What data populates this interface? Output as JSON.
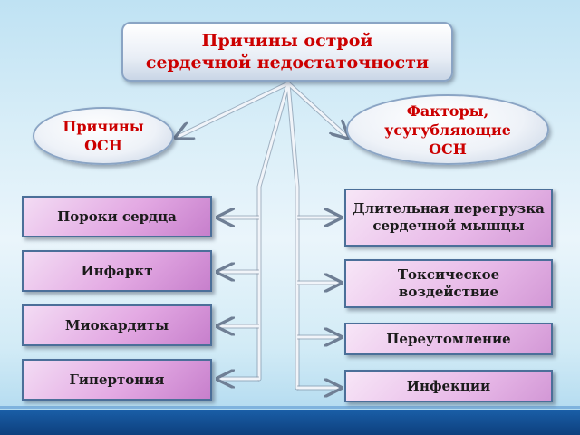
{
  "title": {
    "line1": "Причины острой",
    "line2": "сердечной недостаточности"
  },
  "left_group": {
    "line1": "Причины",
    "line2": "ОСН"
  },
  "right_group": {
    "line1": "Факторы,",
    "line2": "усугубляющие",
    "line3": "ОСН"
  },
  "causes": [
    "Пороки сердца",
    "Инфаркт",
    "Миокардиты",
    "Гипертония"
  ],
  "factors": [
    {
      "line1": "Длительная перегрузка",
      "line2": "сердечной мышцы"
    },
    {
      "line1": "Токсическое",
      "line2": "воздействие"
    },
    {
      "line1": "Переутомление",
      "line2": ""
    },
    {
      "line1": "Инфекции",
      "line2": ""
    }
  ],
  "colors": {
    "title_text": "#cc0000",
    "box_border": "#4b6f99",
    "box_fill": "#e3a9e3",
    "connector": "#d8dde6"
  }
}
